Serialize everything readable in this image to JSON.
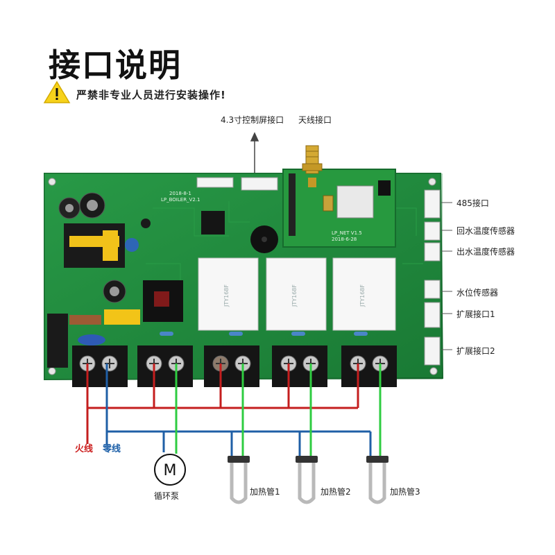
{
  "title": "接口说明",
  "warning": "严禁非专业人员进行安装操作!",
  "top_labels": {
    "screen_port": "4.3寸控制屏接口",
    "antenna_port": "天线接口"
  },
  "right_labels": [
    "485接口",
    "回水温度传感器",
    "出水温度传感器",
    "水位传感器",
    "扩展接口1",
    "扩展接口2"
  ],
  "board_silk": {
    "main": "2018-8-1\nLP_BOILER_V2.1",
    "net": "LP_NET V1.5\n2018-6-28",
    "relay_brand": "JTY168F"
  },
  "wires": {
    "live": "火线",
    "neutral": "零线"
  },
  "loads": {
    "pump": "循环泵",
    "motor_symbol": "M",
    "heater1": "加热管1",
    "heater2": "加热管2",
    "heater3": "加热管3"
  },
  "colors": {
    "live": "#c41e1e",
    "neutral": "#1f5fa6",
    "load": "#2ecc40",
    "pcb": "#1f8a3c",
    "warning": "#f7d21b"
  }
}
